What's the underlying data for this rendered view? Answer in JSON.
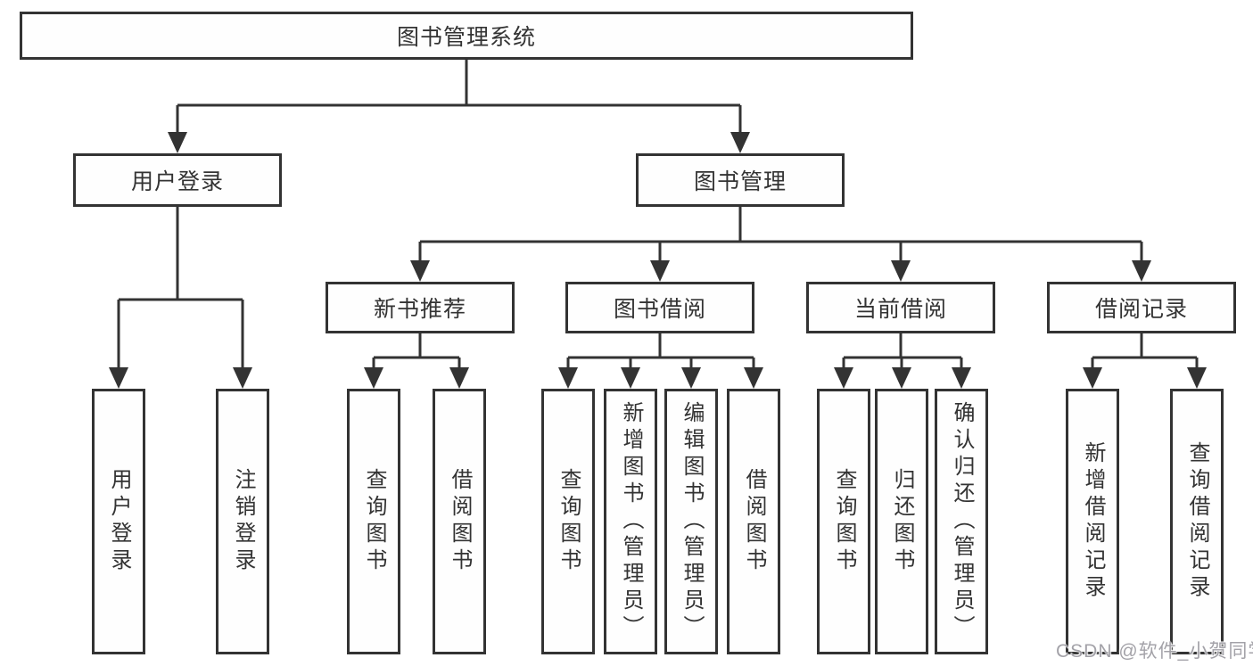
{
  "diagram": {
    "type": "tree",
    "root": {
      "label": "图书管理系统",
      "children": [
        {
          "label": "用户登录",
          "children": [
            {
              "label": "用户登录"
            },
            {
              "label": "注销登录"
            }
          ]
        },
        {
          "label": "图书管理",
          "children": [
            {
              "label": "新书推荐",
              "children": [
                {
                  "label": "查询图书"
                },
                {
                  "label": "借阅图书"
                }
              ]
            },
            {
              "label": "图书借阅",
              "children": [
                {
                  "label": "查询图书"
                },
                {
                  "label": "新增图书（管理员）"
                },
                {
                  "label": "编辑图书（管理员）"
                },
                {
                  "label": "借阅图书"
                }
              ]
            },
            {
              "label": "当前借阅",
              "children": [
                {
                  "label": "查询图书"
                },
                {
                  "label": "归还图书"
                },
                {
                  "label": "确认归还（管理员）"
                }
              ]
            },
            {
              "label": "借阅记录",
              "children": [
                {
                  "label": "新增借阅记录"
                },
                {
                  "label": "查询借阅记录"
                }
              ]
            }
          ]
        }
      ]
    },
    "line_color": "#333333",
    "box_background": "#fefefe",
    "text_color": "#333333"
  },
  "watermark": {
    "text": "CSDN @软件_小贺同学",
    "color": "#a3a2a8"
  }
}
